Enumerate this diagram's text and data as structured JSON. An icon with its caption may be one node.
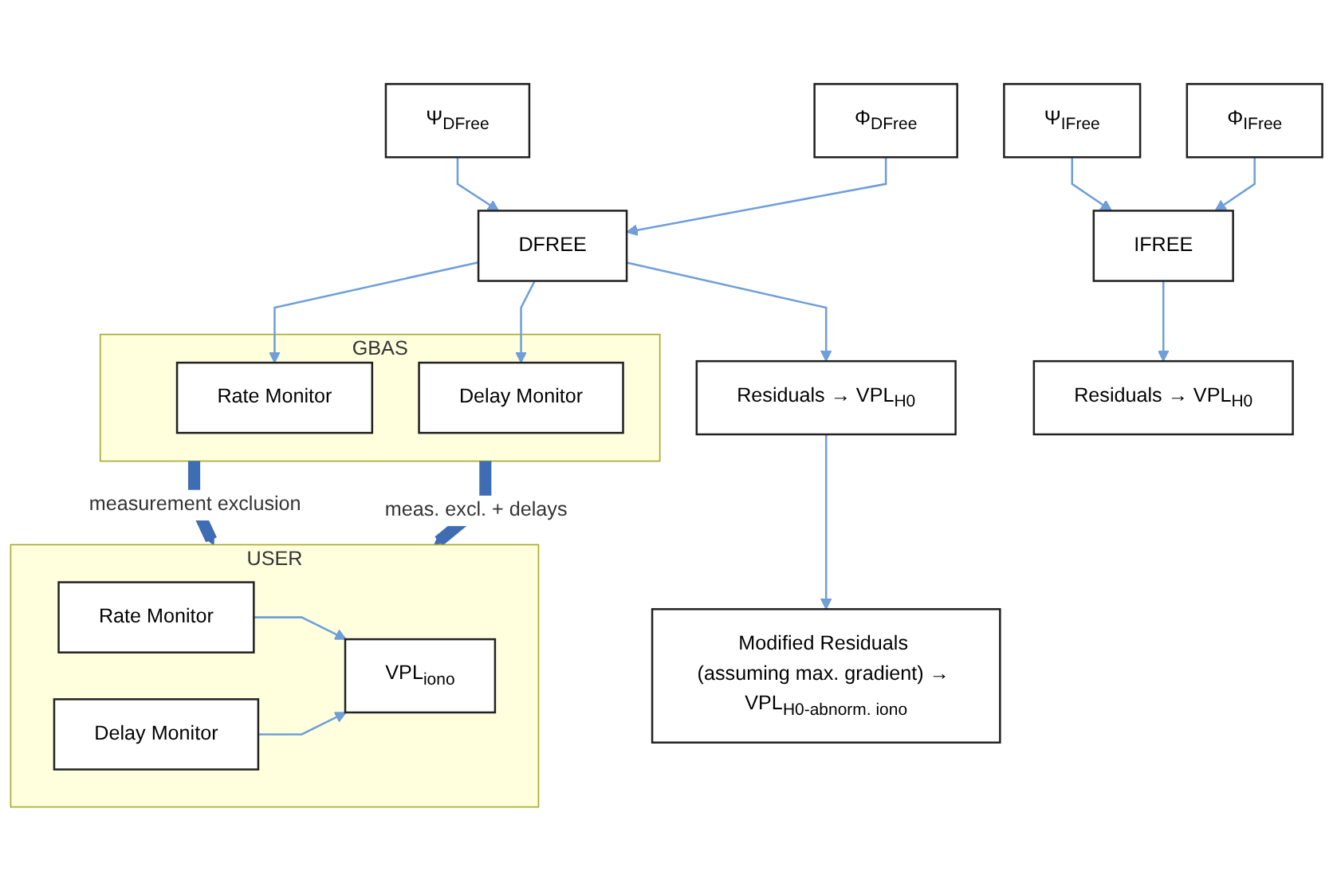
{
  "diagram": {
    "nodes": [
      {
        "text": [
          "Ψ$_{DFree}$"
        ]
      },
      {
        "text": [
          "Φ$_{DFree}$"
        ]
      },
      {
        "text": [
          "DFREE"
        ]
      },
      {
        "text": [
          "GBAS"
        ]
      },
      {
        "text": [
          "Rate Monitor"
        ],
        "in": 3
      },
      {
        "text": [
          "Delay Monitor"
        ],
        "in": 3
      },
      {
        "text": [
          "Residuals → VPL$_{H0}$"
        ]
      },
      {
        "text": [
          "Modified Residuals (assuming max. gradient) → VPL$_{H0-abnorm. iono}$"
        ]
      },
      {
        "text": [
          "USER"
        ]
      },
      {
        "text": [
          "Rate Monitor"
        ],
        "in": 8
      },
      {
        "text": [
          "Delay Monitor"
        ],
        "in": 8
      },
      {
        "text": [
          "VPL$_{iono}$"
        ],
        "in": 8
      },
      {
        "text": [
          "Ψ$_{IFree}$"
        ]
      },
      {
        "text": [
          "Φ$_{IFree}$"
        ]
      },
      {
        "text": [
          "IFREE"
        ]
      },
      {
        "text": [
          "Residuals → VPL$_{H0}$"
        ]
      }
    ],
    "edges": [
      {
        "from": 0,
        "to": 2,
        "arrow": "to"
      },
      {
        "from": 1,
        "to": 2,
        "arrow": "to"
      },
      {
        "from": 2,
        "to": 4,
        "arrow": "to"
      },
      {
        "from": 2,
        "to": 5,
        "arrow": "to"
      },
      {
        "from": 2,
        "to": 6,
        "arrow": "to"
      },
      {
        "from": 6,
        "to": 7,
        "arrow": "to"
      },
      {
        "from": 3,
        "to": 8,
        "arrow": "to",
        "label": "measurement exclusion",
        "style": "thick",
        "color": "#3f6db3"
      },
      {
        "from": 3,
        "to": 8,
        "arrow": "to",
        "label": "meas. excl. + delays",
        "style": "thick",
        "color": "#3f6db3"
      },
      {
        "from": 9,
        "to": 11,
        "arrow": "to"
      },
      {
        "from": 10,
        "to": 11,
        "arrow": "to"
      },
      {
        "from": 12,
        "to": 14,
        "arrow": "to"
      },
      {
        "from": 13,
        "to": 14,
        "arrow": "to"
      },
      {
        "from": 14,
        "to": 15,
        "arrow": "to"
      }
    ]
  }
}
